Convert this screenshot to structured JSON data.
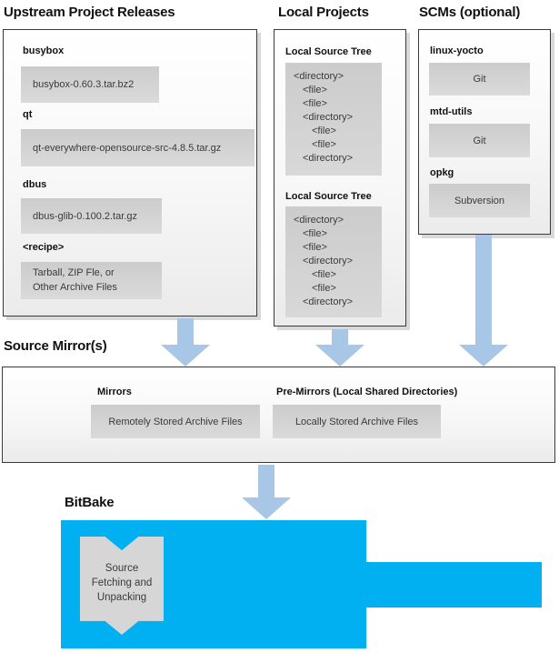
{
  "upstream": {
    "title": "Upstream Project Releases",
    "items": [
      {
        "label": "busybox",
        "value": "busybox-0.60.3.tar.bz2"
      },
      {
        "label": "qt",
        "value": "qt-everywhere-opensource-src-4.8.5.tar.gz"
      },
      {
        "label": "dbus",
        "value": "dbus-glib-0.100.2.tar.gz"
      },
      {
        "label": "<recipe>",
        "value": "Tarball, ZIP Fle, or\nOther Archive Files"
      }
    ]
  },
  "local_projects": {
    "title": "Local Projects",
    "trees": [
      {
        "label": "Local Source Tree",
        "lines": [
          "<directory>",
          "<file>",
          "<file>",
          "<directory>",
          "<file>",
          "<file>",
          "<directory>"
        ]
      },
      {
        "label": "Local Source Tree",
        "lines": [
          "<directory>",
          "<file>",
          "<file>",
          "<directory>",
          "<file>",
          "<file>",
          "<directory>"
        ]
      }
    ]
  },
  "scms": {
    "title": "SCMs (optional)",
    "items": [
      {
        "label": "linux-yocto",
        "value": "Git"
      },
      {
        "label": "mtd-utils",
        "value": "Git"
      },
      {
        "label": "opkg",
        "value": "Subversion"
      }
    ]
  },
  "source_mirrors": {
    "title": "Source Mirror(s)",
    "items": [
      {
        "label": "Mirrors",
        "value": "Remotely Stored Archive Files"
      },
      {
        "label": "Pre-Mirrors (Local Shared Directories)",
        "value": "Locally Stored Archive Files"
      }
    ]
  },
  "bitbake": {
    "title": "BitBake",
    "process": "Source Fetching and Unpacking"
  },
  "colors": {
    "arrow_blue": "#a8c7e6",
    "bitbake_blue": "#00b0f0",
    "inner_box_gray": "#d6d6d6"
  }
}
